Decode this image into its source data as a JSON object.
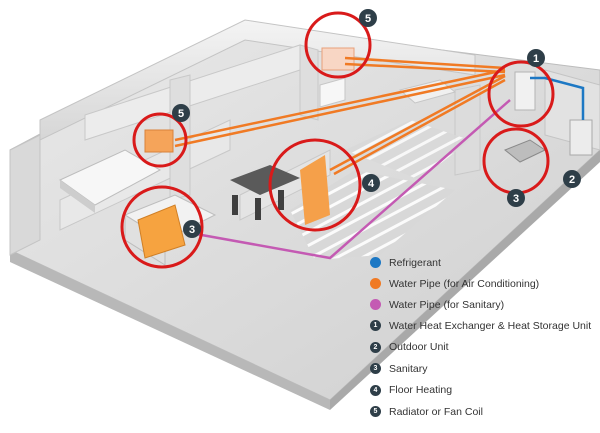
{
  "colors": {
    "refrigerant": "#1d78c4",
    "water_pipe_ac": "#f07a24",
    "water_pipe_sanitary": "#c45ab3",
    "highlight_ring": "#d91a1a",
    "badge": "#2e3e48",
    "floor_heating_orange": "#f4a04a"
  },
  "callouts": [
    {
      "id": "callout-1",
      "number": "1",
      "icon": "number-badge-icon"
    },
    {
      "id": "callout-2",
      "number": "2",
      "icon": "number-badge-icon"
    },
    {
      "id": "callout-3-outdoor",
      "number": "3",
      "icon": "number-badge-icon"
    },
    {
      "id": "callout-3-kitchen",
      "number": "3",
      "icon": "number-badge-icon"
    },
    {
      "id": "callout-4",
      "number": "4",
      "icon": "number-badge-icon"
    },
    {
      "id": "callout-5-top",
      "number": "5",
      "icon": "number-badge-icon"
    },
    {
      "id": "callout-5-left",
      "number": "5",
      "icon": "number-badge-icon"
    }
  ],
  "legend": {
    "pipes": [
      {
        "label": "Refrigerant",
        "color": "#1d78c4"
      },
      {
        "label": "Water Pipe (for Air Conditioning)",
        "color": "#f07a24"
      },
      {
        "label": "Water Pipe (for Sanitary)",
        "color": "#c45ab3"
      }
    ],
    "numbers": [
      {
        "number": "1",
        "label": "Water Heat Exchanger & Heat Storage Unit"
      },
      {
        "number": "2",
        "label": "Outdoor Unit"
      },
      {
        "number": "3",
        "label": "Sanitary"
      },
      {
        "number": "4",
        "label": "Floor Heating"
      },
      {
        "number": "5",
        "label": "Radiator or Fan Coil"
      }
    ]
  }
}
